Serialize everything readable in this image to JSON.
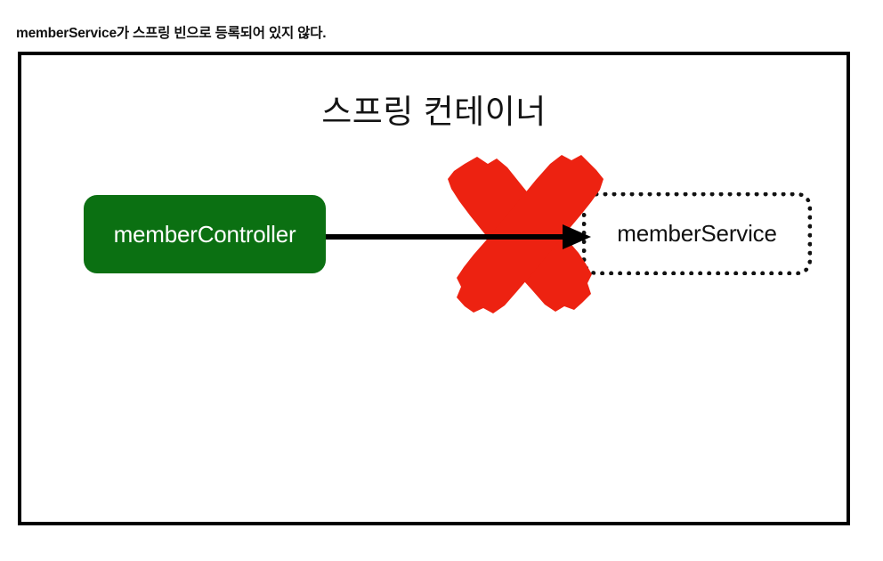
{
  "caption": {
    "text": "memberService가 스프링 빈으로 등록되어 있지 않다."
  },
  "diagram": {
    "title": "스프링 컨테이너",
    "nodes": [
      {
        "id": "member-controller",
        "label": "memberController",
        "style": "solid-filled",
        "fill_color": "#0b7012",
        "text_color": "#ffffff"
      },
      {
        "id": "member-service",
        "label": "memberService",
        "style": "dotted-outline",
        "fill_color": "#ffffff",
        "text_color": "#111111",
        "border_color": "#111111"
      }
    ],
    "edges": [
      {
        "from": "member-controller",
        "to": "member-service",
        "style": "solid-arrow",
        "color": "#000000",
        "blocked": true
      }
    ],
    "annotations": [
      {
        "id": "blocked-mark",
        "shape": "x-mark",
        "color": "#ed2211",
        "meaning": "dependency-not-resolved"
      }
    ],
    "frame_color": "#000000"
  }
}
